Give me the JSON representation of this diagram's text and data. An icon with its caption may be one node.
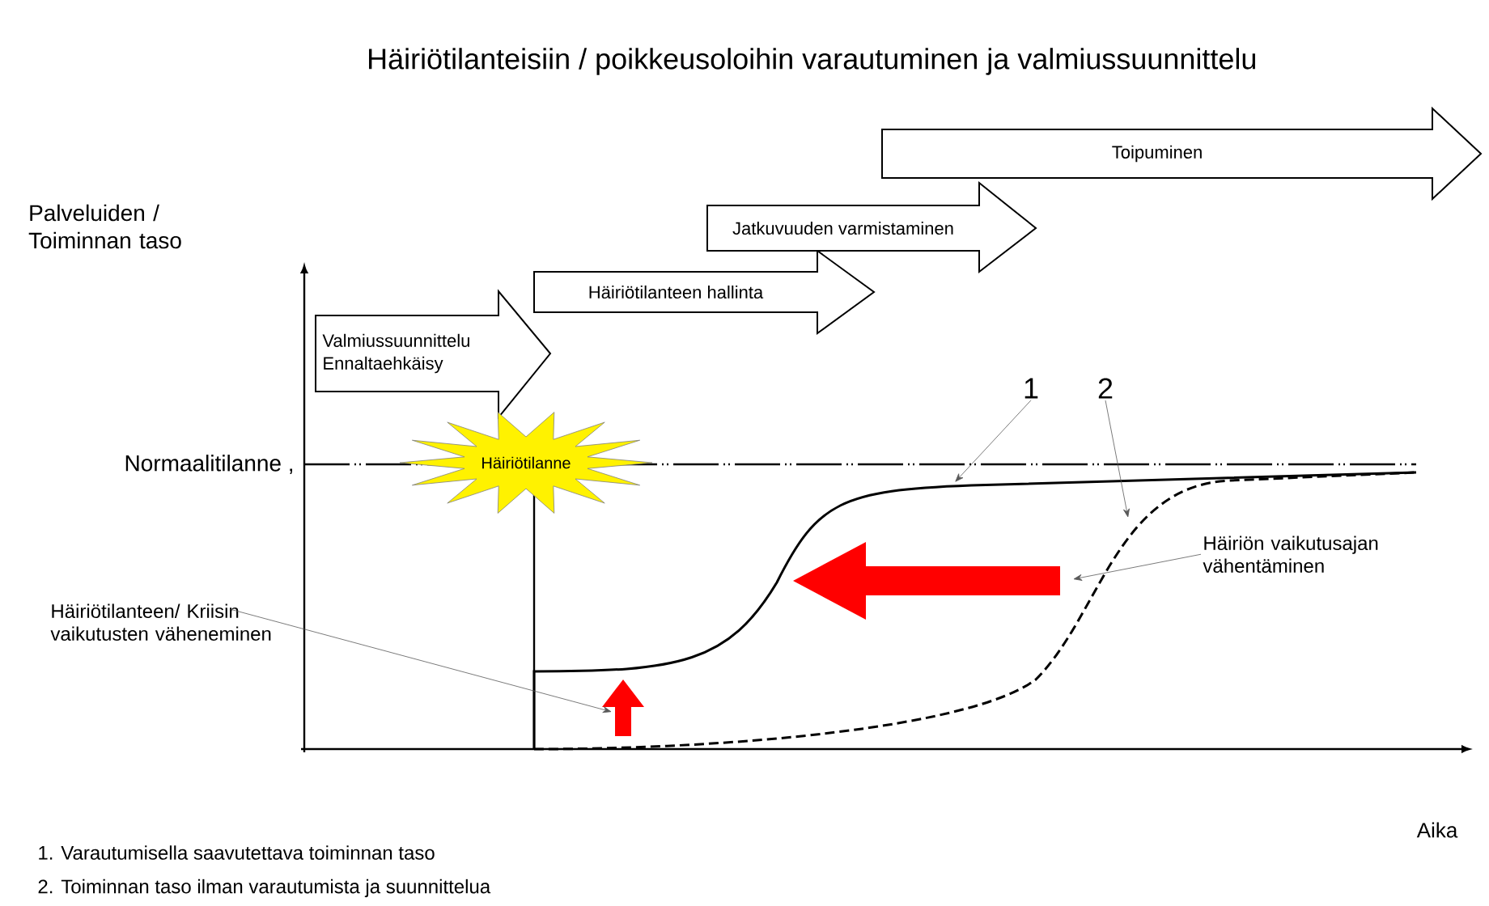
{
  "diagram": {
    "title": "Häiriötilanteisiin / poikkeusoloihin varautuminen ja valmiussuunnittelu",
    "nodes": [
      {
        "text": [
          "Valmiussuunnittelu",
          "Ennaltaehkäisy"
        ]
      },
      {
        "text": [
          "Häiriötilanteen hallinta"
        ]
      },
      {
        "text": [
          "Jatkuvuuden varmistaminen"
        ]
      },
      {
        "text": [
          "Toipuminen"
        ]
      },
      {
        "text": [
          "Häiriötilanne"
        ]
      },
      {
        "text": [
          "1"
        ]
      },
      {
        "text": [
          "2"
        ]
      },
      {
        "text": [
          "Häiriön vaikutusajan vähentäminen"
        ]
      },
      {
        "text": [
          "Häiriötilanteen/ Kriisin vaikutusten väheneminen"
        ]
      }
    ],
    "edges": [
      {
        "from": 5,
        "to": null,
        "arrow": "to"
      },
      {
        "from": 6,
        "to": null,
        "arrow": "to"
      },
      {
        "from": 7,
        "to": null,
        "arrow": "to"
      },
      {
        "from": 8,
        "to": null,
        "arrow": "to"
      }
    ],
    "labels": [
      "Palveluiden / Toiminnan taso",
      "Normaalitilanne ,",
      "Aika",
      "1. Varautumisella saavutettava toiminnan taso",
      "2. Toiminnan taso ilman varautumista ja suunnittelua"
    ]
  }
}
